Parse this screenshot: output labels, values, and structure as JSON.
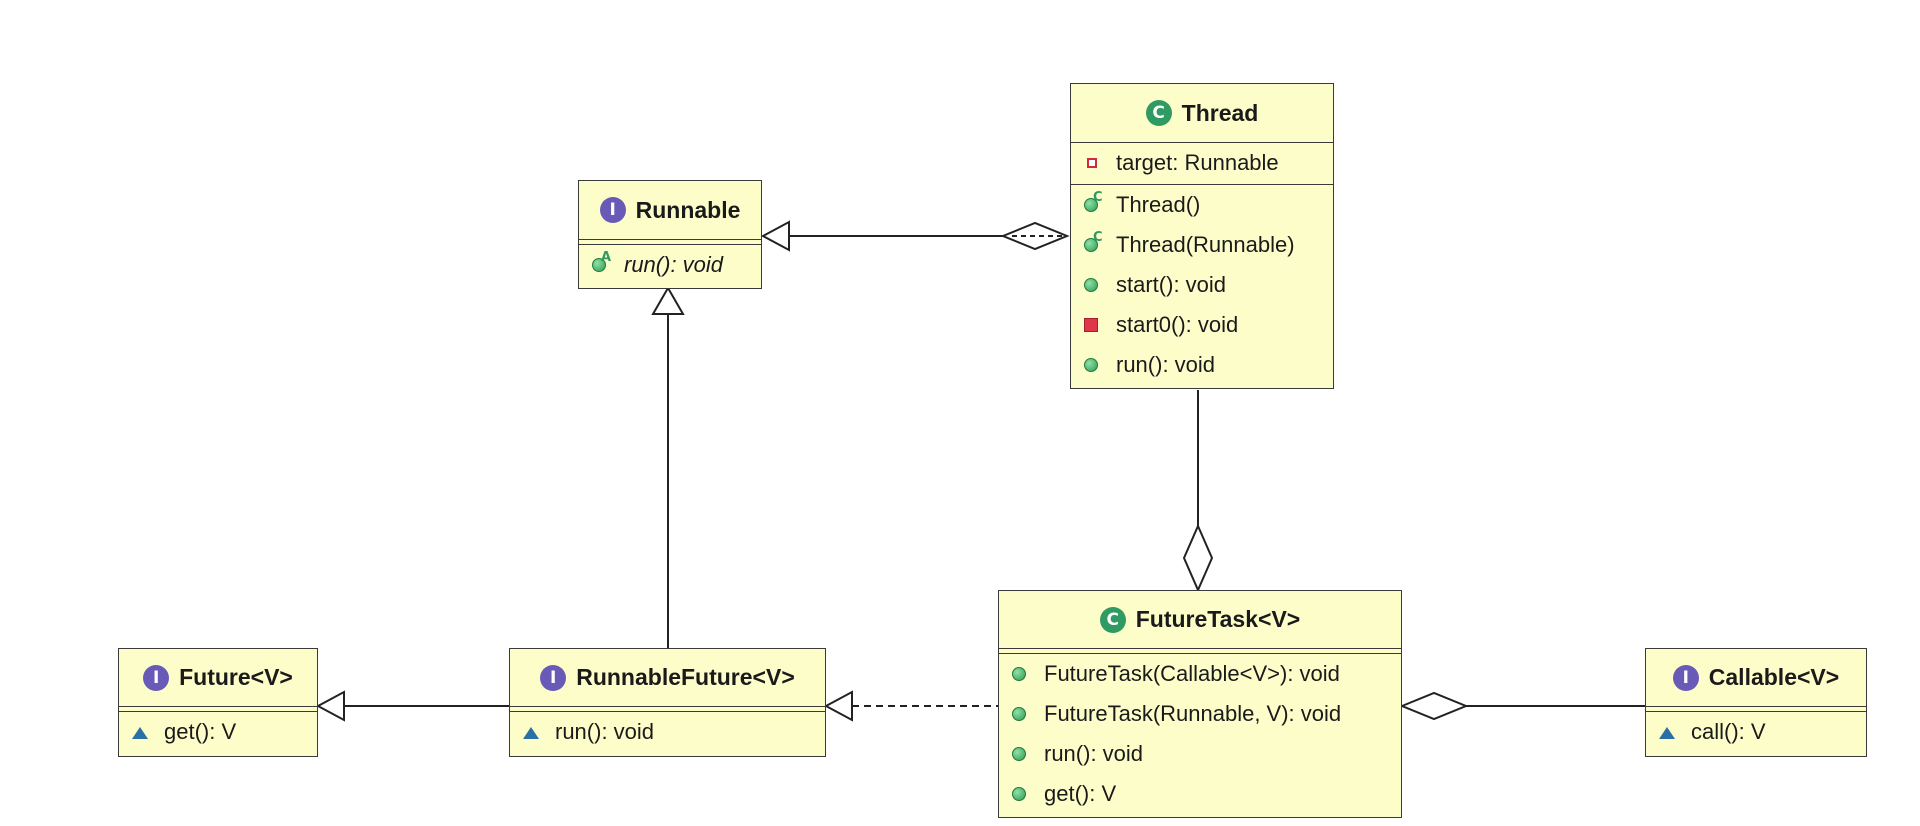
{
  "classes": {
    "thread": {
      "name": "Thread",
      "stereotype_icon": "C",
      "field_target": "target: Runnable",
      "ctor_default": "Thread()",
      "ctor_runnable": "Thread(Runnable)",
      "method_start": "start(): void",
      "method_start0": "start0(): void",
      "method_run": "run(): void",
      "ctor_marker": "C"
    },
    "runnable": {
      "name": "Runnable",
      "stereotype_icon": "I",
      "method_run": "run(): void",
      "abstract_marker": "A"
    },
    "future": {
      "name": "Future<V>",
      "stereotype_icon": "I",
      "method_get": "get(): V"
    },
    "runnable_future": {
      "name": "RunnableFuture<V>",
      "stereotype_icon": "I",
      "method_run": "run(): void"
    },
    "future_task": {
      "name": "FutureTask<V>",
      "stereotype_icon": "C",
      "ctor_callable": "FutureTask(Callable<V>): void",
      "ctor_runnable": "FutureTask(Runnable, V): void",
      "method_run": "run(): void",
      "method_get": "get(): V"
    },
    "callable": {
      "name": "Callable<V>",
      "stereotype_icon": "I",
      "method_call": "call(): V"
    }
  },
  "icons": {
    "interface": "interface-icon",
    "class": "class-icon",
    "public_method": "public-method-icon",
    "private_method": "private-method-icon",
    "private_field": "private-field-icon",
    "package_method": "package-method-icon"
  },
  "colors": {
    "box_fill": "#fdfdca",
    "interface_icon": "#6a5ab8",
    "class_icon": "#2f9b62",
    "public_dot": "#2c9a4f",
    "private_red": "#e0364a",
    "package_blue": "#2a6fa8"
  }
}
